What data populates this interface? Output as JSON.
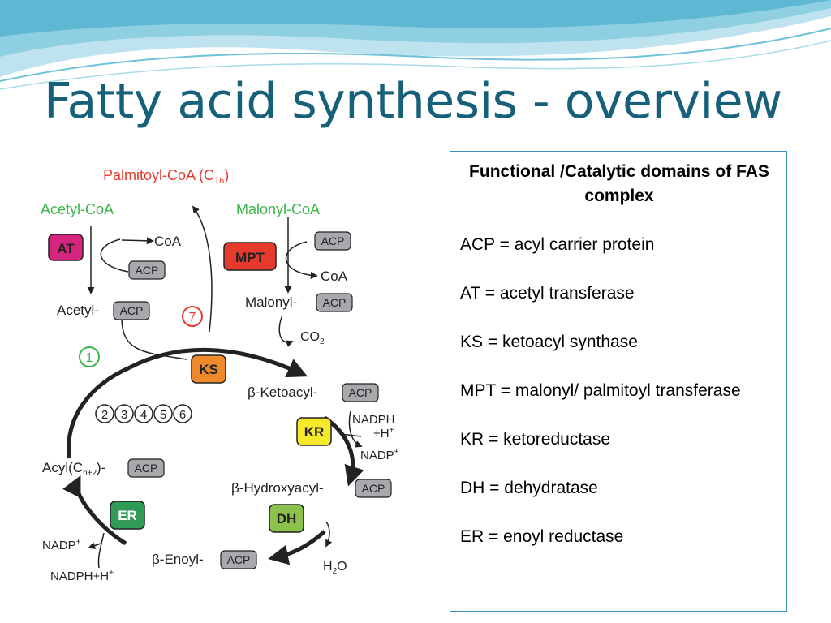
{
  "title": "Fatty acid synthesis - overview",
  "colors": {
    "title": "#17607a",
    "AT": "#d7257f",
    "MPT": "#e53a2c",
    "KS": "#ef8a2b",
    "KR": "#f6e82a",
    "DH": "#8cc24c",
    "ER": "#2f9b55",
    "ACP": "#a7a9ac",
    "green_label": "#39b54a",
    "red_label": "#e53a2c"
  },
  "diagram": {
    "product_label": "Palmitoyl-CoA (C",
    "product_subscript": "16",
    "product_suffix": ")",
    "acetyl_coa": "Acetyl-CoA",
    "malonyl_coa": "Malonyl-CoA",
    "coa": "CoA",
    "acp": "ACP",
    "acetyl_prefix": "Acetyl-",
    "malonyl_prefix": "Malonyl-",
    "co2": "CO",
    "co2_subscript": "2",
    "ketoacyl_prefix": "β-Ketoacyl-",
    "hydroxyacyl_prefix": "β-Hydroxyacyl-",
    "enoyl_prefix": "β-Enoyl-",
    "acyl_prefix": "Acyl(C",
    "acyl_subscript": "n+2",
    "acyl_suffix": ")-",
    "nadph_kr_1": "NADPH",
    "nadph_kr_2": "+H",
    "nadph_kr_2_sup": "+",
    "nadp_kr": "NADP",
    "nadp_kr_sup": "+",
    "h2o": "H",
    "h2o_subscript": "2",
    "h2o_suffix": "O",
    "nadp_er": "NADP",
    "nadp_er_sup": "+",
    "nadph_er": "NADPH+H",
    "nadph_er_sup": "+",
    "step_1": "1",
    "step_7": "7",
    "steps_2_6": [
      "2",
      "3",
      "4",
      "5",
      "6"
    ],
    "enzymes": {
      "AT": "AT",
      "MPT": "MPT",
      "KS": "KS",
      "KR": "KR",
      "DH": "DH",
      "ER": "ER"
    }
  },
  "legend": {
    "heading": "Functional /Catalytic domains of FAS complex",
    "items": [
      "ACP =  acyl carrier protein",
      "AT = acetyl transferase",
      "KS = ketoacyl synthase",
      "MPT = malonyl/ palmitoyl transferase",
      "KR = ketoreductase",
      "DH = dehydratase",
      "ER = enoyl reductase"
    ]
  }
}
